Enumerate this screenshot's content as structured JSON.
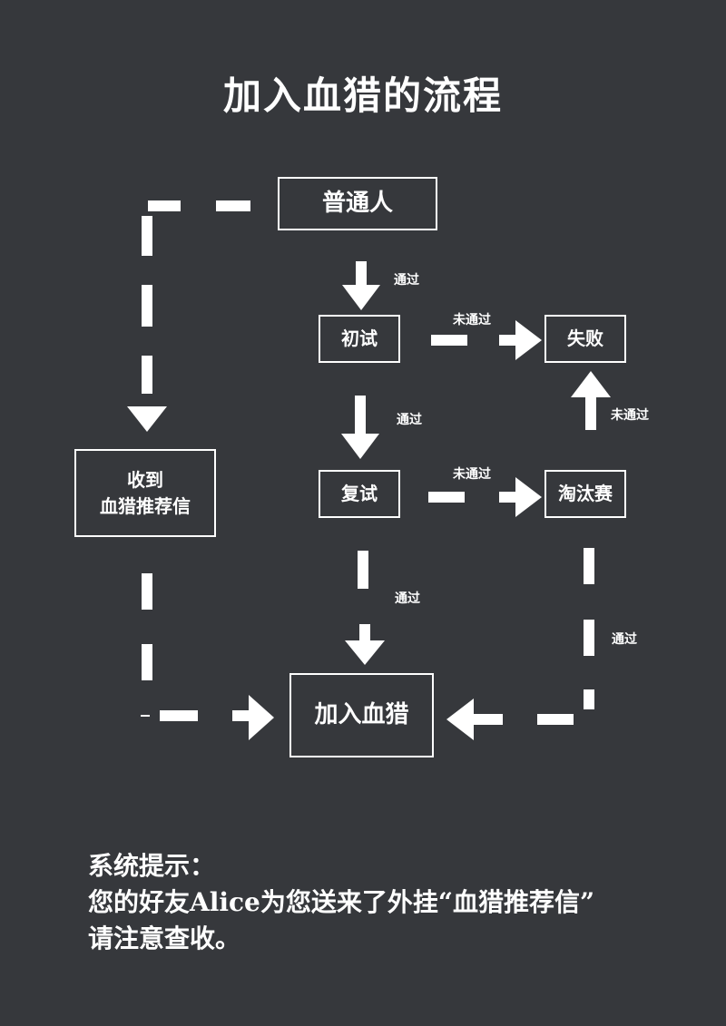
{
  "title": "加入血猎的流程",
  "nodes": {
    "ordinary": "普通人",
    "first_test": "初试",
    "fail": "失败",
    "letter_line1": "收到",
    "letter_line2": "血猎推荐信",
    "second_test": "复试",
    "elimination": "淘汰赛",
    "join": "加入血猎"
  },
  "edges": {
    "ordinary_to_first": "通过",
    "first_to_fail": "未通过",
    "first_to_second": "通过",
    "elimination_to_fail": "未通过",
    "second_to_elimination": "未通过",
    "second_to_join": "通过",
    "elimination_to_join": "通过"
  },
  "notice": {
    "line1": "系统提示：",
    "line2": "您的好友Alice为您送来了外挂“血猎推荐信”",
    "line3": "请注意查收。"
  }
}
